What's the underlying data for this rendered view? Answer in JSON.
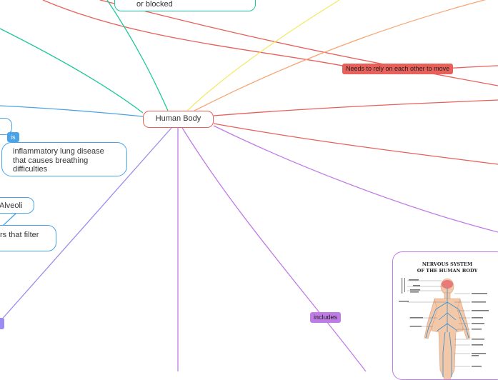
{
  "central": {
    "label": "Human Body"
  },
  "nodes": {
    "blocked": "or blocked",
    "lung_disease": "inflammatory lung disease that causes breathing difficulties",
    "lung_line1": "inflammatory lung disease",
    "lung_line2": "that causes breathing",
    "lung_line3": "difficulties",
    "alveoli": "Alveoli",
    "filter": "rs that filter"
  },
  "labels": {
    "is": "is",
    "needs": "Needs to rely on each other to move",
    "includes": "includes"
  },
  "image": {
    "title_line1": "NERVOUS SYSTEM",
    "title_line2": "OF THE HUMAN BODY"
  },
  "colors": {
    "red": "#e8605a",
    "teal": "#1fc79a",
    "blue": "#4aa3e6",
    "yellow": "#f5e86a",
    "orange": "#f6a878",
    "purple": "#c07ce6",
    "violet": "#9b8cf0"
  }
}
